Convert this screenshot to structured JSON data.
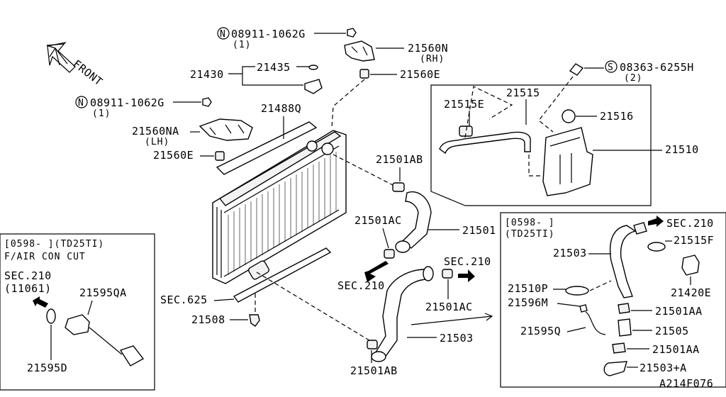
{
  "front_label": "FRONT",
  "callouts": {
    "n_top": "08911-1062G",
    "n_top_qty": "(1)",
    "n_left": "08911-1062G",
    "n_left_qty": "(1)",
    "s_bolt": "08363-6255H",
    "s_bolt_qty": "(2)",
    "p21560N": "21560N",
    "p21560N_sub": "(RH)",
    "p21560E_top": "21560E",
    "p21430": "21430",
    "p21435": "21435",
    "p21488Q": "21488Q",
    "p21560NA": "21560NA",
    "p21560NA_sub": "(LH)",
    "p21560E_left": "21560E",
    "p21515": "21515",
    "p21515E": "21515E",
    "p21516": "21516",
    "p21510": "21510",
    "p21501AB_top": "21501AB",
    "p21501AC_left": "21501AC",
    "p21501": "21501",
    "sec210_mid": "SEC.210",
    "sec210_right": "SEC.210",
    "p21501AC_right": "21501AC",
    "sec625": "SEC.625",
    "p21508": "21508",
    "p21503_main": "21503",
    "p21501AB_bot": "21501AB"
  },
  "inset_left": {
    "header": "[0598-    ](TD25TI)",
    "sub": "F/AIR CON CUT",
    "sec": "SEC.210",
    "sec_ref": "(11061)",
    "p21595QA": "21595QA",
    "p21595D": "21595D"
  },
  "inset_right": {
    "header1": "[0598-    ]",
    "header2": "(TD25TI)",
    "sec": "SEC.210",
    "p21503": "21503",
    "p21515F": "21515F",
    "p21510P": "21510P",
    "p21420E": "21420E",
    "p21596M": "21596M",
    "p21501AA_1": "21501AA",
    "p21595Q": "21595Q",
    "p21505": "21505",
    "p21501AA_2": "21501AA",
    "p21503A": "21503+A"
  },
  "drawing_code": "A214F076",
  "icons": {
    "n_symbol": "N",
    "s_symbol": "S"
  }
}
